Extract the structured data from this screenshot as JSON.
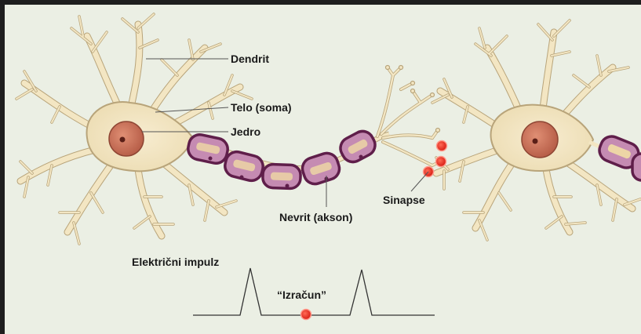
{
  "labels": {
    "dendrit": "Dendrit",
    "telo": "Telo (soma)",
    "jedro": "Jedro",
    "nevrit": "Nevrit (akson)",
    "sinapse": "Sinapse",
    "impulz": "Električni impulz",
    "izracun": "“Izračun”"
  },
  "colors": {
    "background": "#ebefe4",
    "frame": "#1e1e1e",
    "cell_body": "#f3e6c3",
    "cell_outline": "#b8a47a",
    "nucleus": "#c9735a",
    "myelin": "#c58bb2",
    "myelin_outline": "#5f1e4a",
    "synapse": "#e8261d",
    "impulse_line": "#333333"
  }
}
